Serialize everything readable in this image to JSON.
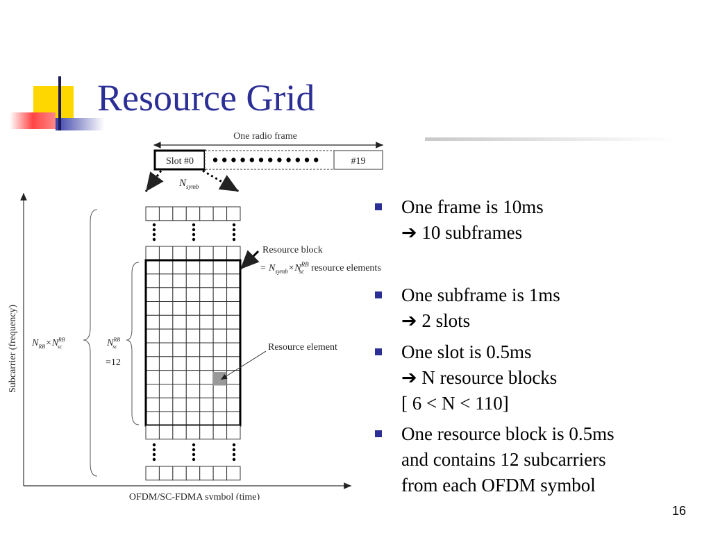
{
  "slide": {
    "title": "Resource Grid",
    "page_number": "16",
    "accent_color": "#2b2e95"
  },
  "diagram": {
    "frame_label": "One radio frame",
    "slot_first": "Slot #0",
    "slot_last": "#19",
    "n_symb": "N",
    "n_symb_sub": "symb",
    "resource_block_label": "Resource block",
    "rb_formula_prefix": "= N",
    "rb_formula_symb": "symb",
    "rb_formula_times": "×N",
    "rb_formula_sup": "RB",
    "rb_formula_sub": "sc",
    "rb_formula_suffix": "resource elements",
    "resource_element_label": "Resource element",
    "left_brace_n": "N",
    "left_brace_rb": "RB",
    "left_brace_times": "×N",
    "left_brace_sup": "RB",
    "left_brace_sc": "sc",
    "nsc_n": "N",
    "nsc_sup": "RB",
    "nsc_sub": "sc",
    "nsc_value": "=12",
    "y_axis_label": "Subcarrier (frequency)",
    "x_axis_label": "OFDM/SC-FDMA symbol (time)"
  },
  "bullets": [
    {
      "line1": "One frame is 10ms",
      "line2": "➔ 10 subframes"
    },
    {
      "line1": "One subframe is 1ms",
      "line2": "➔ 2 slots"
    },
    {
      "line1": "One slot is 0.5ms",
      "line2": "➔ N resource blocks",
      "line3": "[ 6 < N < 110]"
    },
    {
      "line1": "One resource block is 0.5ms",
      "line2": "and contains 12 subcarriers",
      "line3": "from each OFDM symbol"
    }
  ]
}
